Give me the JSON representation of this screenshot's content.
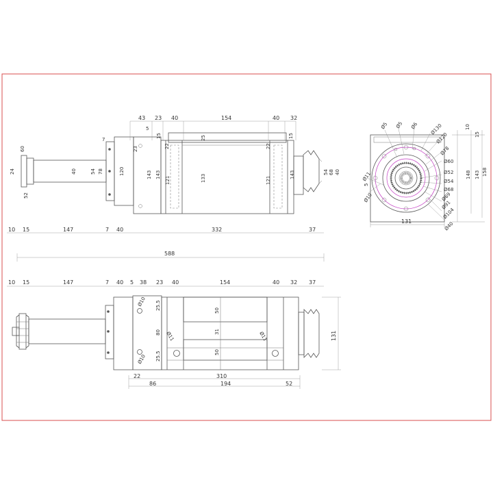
{
  "colors": {
    "border": "#d84c4c",
    "line": "#555555",
    "accent": "#c23bc2"
  },
  "side_view": {
    "top_dims": [
      "43",
      "23",
      "40",
      "154",
      "40",
      "32",
      "5"
    ],
    "small_dims": [
      "7",
      "23",
      "15",
      "25",
      "22",
      "22",
      "15"
    ],
    "vertical_dims": [
      "60",
      "24",
      "52",
      "40",
      "54",
      "78",
      "120",
      "143",
      "143",
      "121",
      "133",
      "121",
      "143",
      "54",
      "68",
      "40"
    ],
    "bottom_dims": [
      "10",
      "15",
      "147",
      "7",
      "40",
      "332",
      "37"
    ],
    "total_length": "588"
  },
  "end_view": {
    "diameters_left": [
      "Ø5",
      "Ø5",
      "Ø6",
      "Ø11",
      "5",
      "Ø10"
    ],
    "diameters_right": [
      "Ø130",
      "Ø120",
      "Ø78",
      "Ø60",
      "Ø52",
      "Ø54",
      "Ø68",
      "Ø69",
      "Ø91",
      "Ø104",
      "Ø40"
    ],
    "vertical_dims": [
      "10",
      "15",
      "148",
      "143",
      "158"
    ],
    "width_dim": "131"
  },
  "plan_view": {
    "top_dims": [
      "10",
      "15",
      "147",
      "7",
      "40",
      "5",
      "38",
      "23",
      "40",
      "154",
      "40",
      "32",
      "37"
    ],
    "inner_dims": [
      "Ø10",
      "25.5",
      "80",
      "25.5",
      "Ø10",
      "Ø11",
      "50",
      "31",
      "50",
      "Ø11"
    ],
    "height_dim": "131",
    "bottom_dims": [
      "22",
      "310",
      "86",
      "194",
      "52"
    ]
  }
}
